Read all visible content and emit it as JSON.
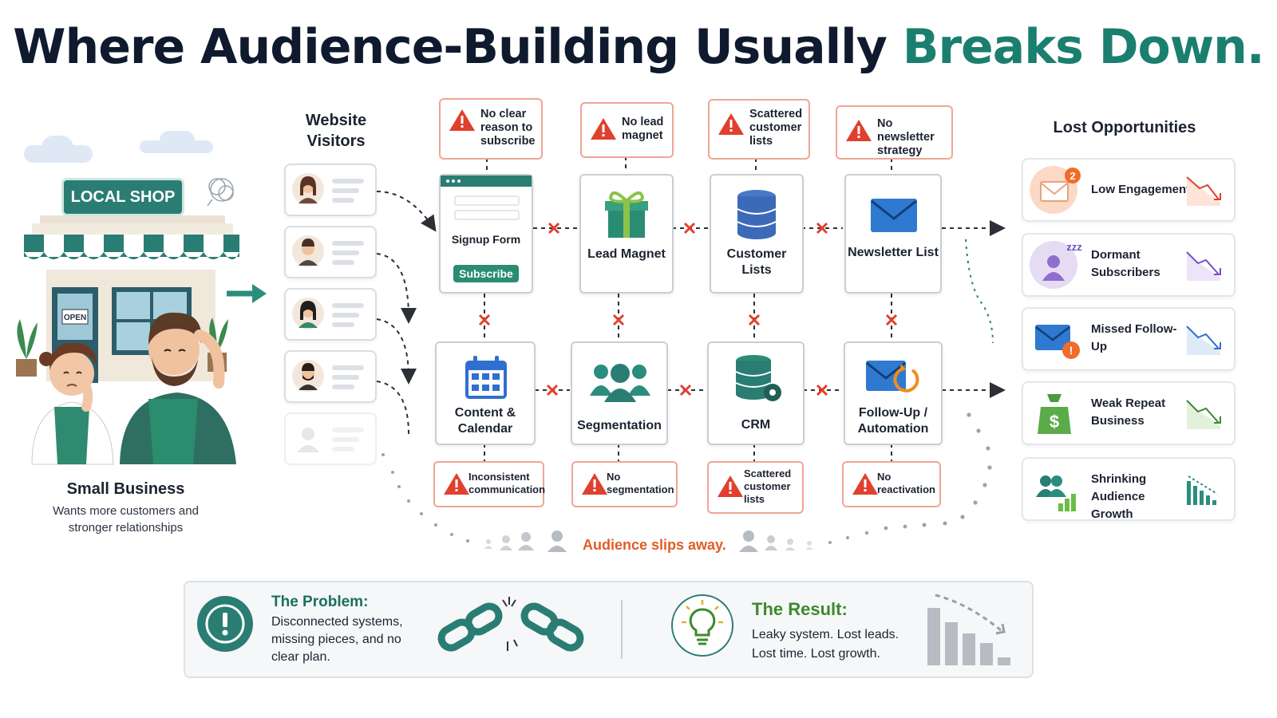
{
  "title": {
    "main": "Where Audience-Building Usually ",
    "accent": "Breaks Down."
  },
  "business": {
    "sign": "LOCAL SHOP",
    "door_sign": "OPEN",
    "title": "Small Business",
    "subtitle": "Wants more customers and stronger relationships"
  },
  "visitors": {
    "heading": "Website Visitors"
  },
  "top_warnings": [
    {
      "text": "No clear reason to subscribe"
    },
    {
      "text": "No lead magnet"
    },
    {
      "text": "Scattered customer lists"
    },
    {
      "text": "No newsletter strategy"
    }
  ],
  "top_nodes": [
    {
      "label": "Signup Form",
      "button": "Subscribe",
      "icon": "signup-form-icon"
    },
    {
      "label": "Lead Magnet",
      "icon": "gift-icon"
    },
    {
      "label": "Customer Lists",
      "icon": "database-icon"
    },
    {
      "label": "Newsletter List",
      "icon": "envelope-icon"
    }
  ],
  "bottom_nodes": [
    {
      "label": "Content & Calendar",
      "icon": "calendar-icon"
    },
    {
      "label": "Segmentation",
      "icon": "people-group-icon"
    },
    {
      "label": "CRM",
      "icon": "database-gear-icon"
    },
    {
      "label": "Follow-Up / Automation",
      "icon": "envelope-refresh-icon"
    }
  ],
  "bottom_warnings": [
    {
      "text": "Inconsistent communication"
    },
    {
      "text": "No segmentation"
    },
    {
      "text": "Scattered customer lists"
    },
    {
      "text": "No reactivation"
    }
  ],
  "lost": {
    "heading": "Lost Opportunities",
    "items": [
      {
        "label": "Low Engagement",
        "badge": "2",
        "icon": "envelope-badge-icon"
      },
      {
        "label": "Dormant Subscribers",
        "badge": "zzz",
        "icon": "sleeping-user-icon"
      },
      {
        "label": "Missed Follow-Up",
        "badge": "!",
        "icon": "envelope-alert-icon"
      },
      {
        "label": "Weak Repeat Business",
        "badge": "$",
        "icon": "money-bag-icon"
      },
      {
        "label": "Shrinking Audience Growth",
        "icon": "audience-chart-icon"
      }
    ]
  },
  "slip_text": "Audience slips away.",
  "problem": {
    "heading": "The Problem:",
    "body": "Disconnected systems, missing pieces, and no clear plan."
  },
  "result": {
    "heading": "The Result:",
    "line1": "Leaky system. Lost leads.",
    "line2": "Lost time. Lost growth."
  },
  "colors": {
    "accent_teal": "#1a7f6e",
    "warning_red": "#e0402e",
    "warning_border": "#f0a595",
    "slip_orange": "#e35b25",
    "result_green": "#3c8a2e",
    "navy": "#0f1a2e"
  }
}
